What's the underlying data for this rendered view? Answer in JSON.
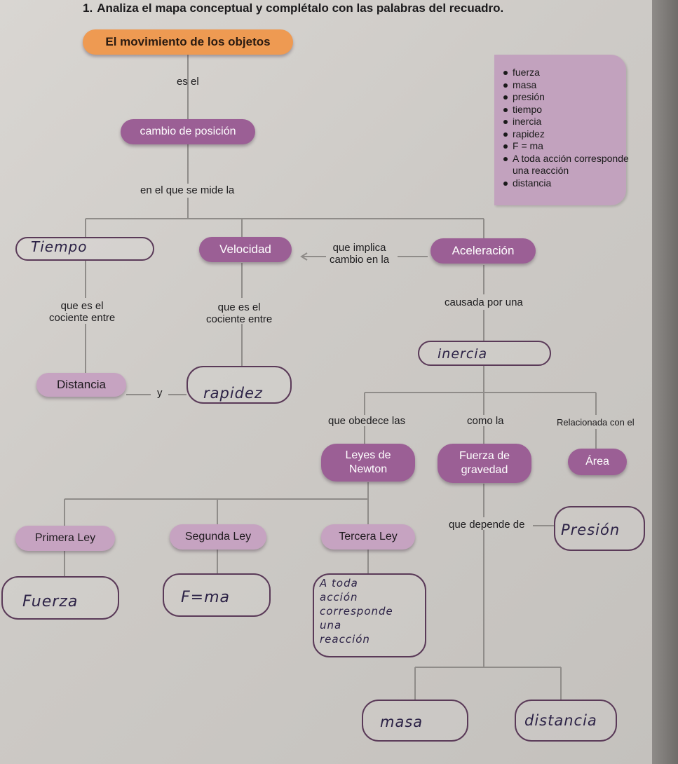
{
  "exercise": {
    "number": "1.",
    "instruction": "Analiza el mapa conceptual y complétalo con las palabras del recuadro."
  },
  "word_box": [
    "fuerza",
    "masa",
    "presión",
    "tiempo",
    "inercia",
    "rapidez",
    "F = ma",
    "A toda acción corresponde una reacción",
    "distancia"
  ],
  "nodes": {
    "root": "El movimiento de los objetos",
    "cambio": "cambio de posición",
    "velocidad": "Velocidad",
    "aceleracion": "Aceleración",
    "distancia": "Distancia",
    "leyes": "Leyes de\nNewton",
    "gravedad": "Fuerza de\ngravedad",
    "area": "Área",
    "primera": "Primera Ley",
    "segunda": "Segunda Ley",
    "tercera": "Tercera Ley"
  },
  "connectors": {
    "es_el": "es el",
    "mide": "en el que se mide la",
    "implica": "que implica\ncambio en la",
    "cociente1": "que es el\ncociente entre",
    "cociente2": "que es el\ncociente entre",
    "causada": "causada por una",
    "y": "y",
    "obedece": "que obedece las",
    "como": "como la",
    "relacionada": "Relacionada con el",
    "depende": "que depende de"
  },
  "handwritten": {
    "tiempo": "Tiempo",
    "rapidez": "rapidez",
    "inercia": "inercia",
    "presion": "Presión",
    "fuerza": "Fuerza",
    "fma": "F=ma",
    "reaccion": "A toda\nacción\ncorresponde\nuna\nreacción",
    "masa": "masa",
    "distancia": "distancia"
  }
}
